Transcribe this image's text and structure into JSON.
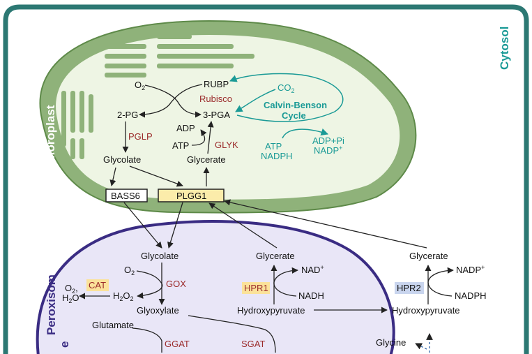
{
  "compartments": {
    "cytosol": "Cytosol",
    "chloroplast": "Chloroplast",
    "peroxisome_line1": "Peroxisom",
    "peroxisome_line2": "e"
  },
  "chloroplast": {
    "o2": "O",
    "o2_sub": "2",
    "rubp": "RUBP",
    "rubisco": "Rubisco",
    "co2": "CO",
    "co2_sub": "2",
    "pg2": "2-PG",
    "pga3": "3-PGA",
    "calvin_line1": "Calvin-Benson",
    "calvin_line2": "Cycle",
    "adp": "ADP",
    "atp": "ATP",
    "glyk": "GLYK",
    "pglp": "PGLP",
    "glycolate": "Glycolate",
    "glycerate": "Glycerate",
    "atp_nadph_1": "ATP",
    "atp_nadph_2": "NADPH",
    "adp_pi": "ADP+Pi",
    "nadp": "NADP",
    "nadp_sup": "+",
    "bass6": "BASS6",
    "plgg1": "PLGG1"
  },
  "peroxisome": {
    "glycolate": "Glycolate",
    "glycerate": "Glycerate",
    "nad": "NAD",
    "nad_sup": "+",
    "nadh": "NADH",
    "hpr1": "HPR1",
    "o2": "O",
    "o2_sub": "2",
    "gox": "GOX",
    "cat": "CAT",
    "o2_out": "O",
    "o2_out_sub": "2",
    "h2o_out_a": "H",
    "h2o_out_sub": "2",
    "h2o_out_b": "O",
    "h2o2_a": "H",
    "h2o2_sub1": "2",
    "h2o2_b": "O",
    "h2o2_sub2": "2",
    "glyoxylate": "Glyoxylate",
    "hydroxypyruvate": "Hydroxypyruvate",
    "glutamate": "Glutamate",
    "ggat": "GGAT",
    "sgat": "SGAT"
  },
  "cytosol_pathway": {
    "glycerate": "Glycerate",
    "nadp": "NADP",
    "nadp_sup": "+",
    "nadph": "NADPH",
    "hpr2": "HPR2",
    "hydroxypyruvate": "Hydroxypyruvate",
    "glycine": "Glycine"
  },
  "colors": {
    "frame": "#2c7873",
    "chloroplast_fill": "#8fb27a",
    "chloroplast_inner": "#eef5e4",
    "thylakoid": "#8fb27a",
    "peroxisome_fill": "#e9e6f7",
    "peroxisome_stroke": "#3a2c83",
    "teal": "#1a9a96",
    "enzyme_red": "#9b2b2b",
    "transporter_fill": "#fbecaa",
    "cat_fill": "#fbe29a",
    "hpr2_fill": "#c9d5ee"
  }
}
